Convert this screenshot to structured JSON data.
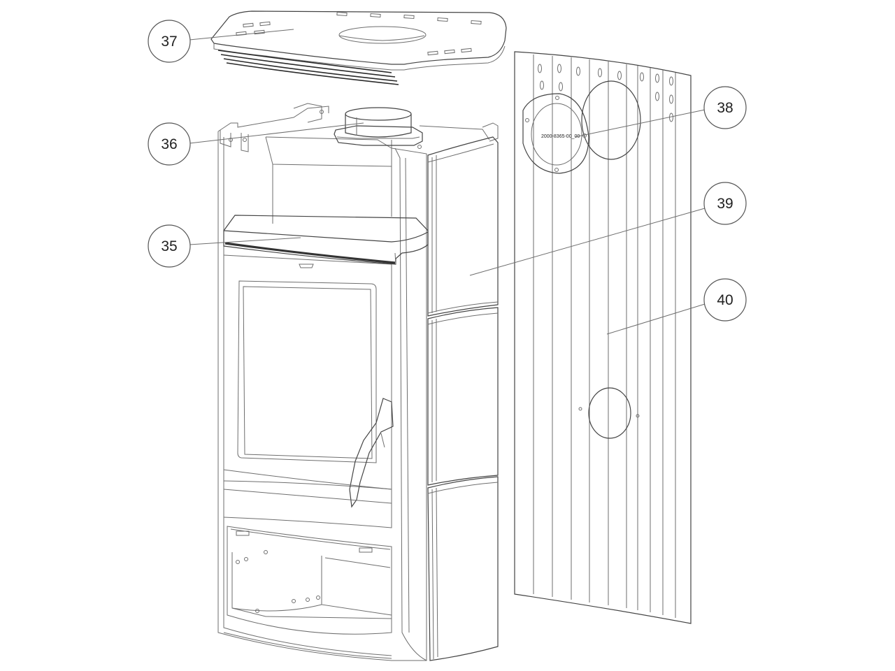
{
  "callouts": [
    {
      "number": "37",
      "part": "top-plate"
    },
    {
      "number": "36",
      "part": "flue-collar"
    },
    {
      "number": "35",
      "part": "stone-top-panel"
    },
    {
      "number": "38",
      "part": "flue-cover-plate"
    },
    {
      "number": "39",
      "part": "side-cladding-panel"
    },
    {
      "number": "40",
      "part": "back-panel"
    }
  ],
  "part_code": "2000-8365-00_00",
  "colors": {
    "line": "#444444",
    "background": "#ffffff"
  }
}
